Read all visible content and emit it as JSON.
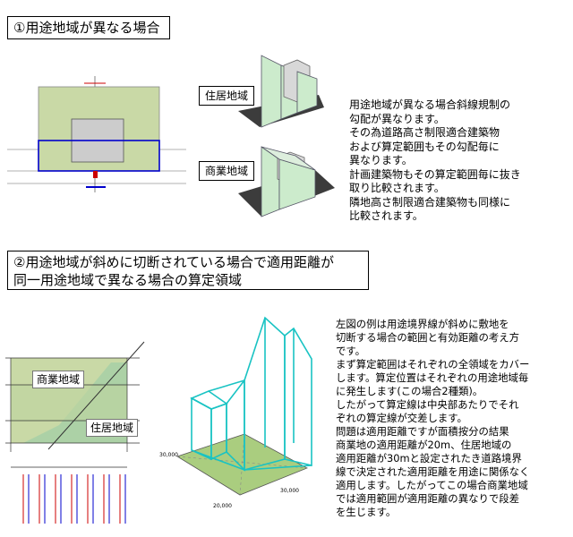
{
  "section1": {
    "title": "①用途地域が異なる場合",
    "label_residential": "住居地域",
    "label_commercial": "商業地域",
    "description": "用途地域が異なる場合斜線規制の\n勾配が異なります。\nその為道路高さ制限適合建築物\nおよび算定範囲もその勾配毎に\n異なります。\n計画建築物もその算定範囲毎に抜き\n取り比較されます。\n隣地高さ制限適合建築物も同様に\n比較されます。"
  },
  "section2": {
    "title_line1": "②用途地域が斜めに切断されている場合で適用距離が",
    "title_line2": "同一用途地域で異なる場合の算定領域",
    "label_commercial": "商業地域",
    "label_residential": "住居地域",
    "dim_a": "30,000",
    "dim_b": "20,000",
    "dim_c": "30,000",
    "description": "左図の例は用途境界線が斜めに敷地を\n切断する場合の範囲と有効距離の考え方\nです。\nまず算定範囲はそれぞれの全領域をカバー\nします。算定位置はそれぞれの用途地域毎\nに発生します(この場合2種類)。\nしたがって算定線は中央部あたりでそれ\nぞれの算定線が交差します。\n問題は適用距離ですが面積按分の結果\n商業地の適用距離が20m、住居地域の\n適用距離が30mと設定されたき道路境界\n線で決定された適用距離を用途に関係なく\n適用します。したがってこの場合商業地域\nでは適用範囲が適用距離の異なりで段差\nを生じます。"
  },
  "colors": {
    "zone_green": "#c9d9a6",
    "building_gray": "#cccccc",
    "range_blue": "#0000cc",
    "wall_green": "#ccebcc",
    "shadow_dark": "#3c3c3c",
    "wire_cyan": "#19c3c3",
    "mini_green": "#aacd7f",
    "road_red": "#cc0000"
  }
}
